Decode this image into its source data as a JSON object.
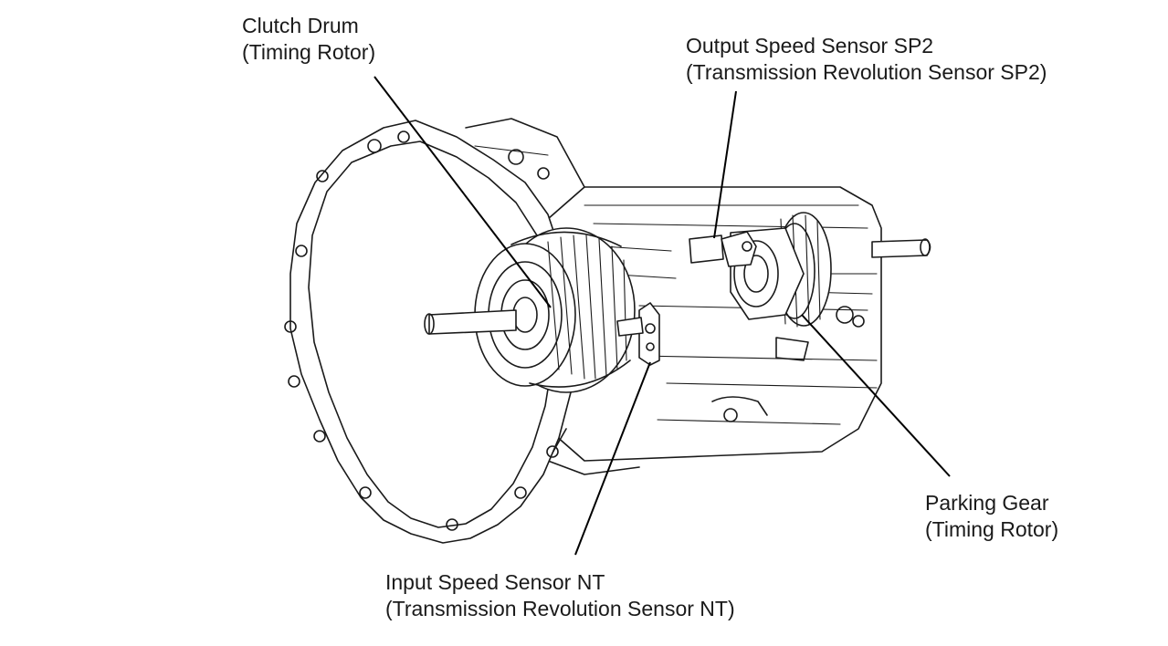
{
  "labels": {
    "clutch_drum": {
      "line1": "Clutch Drum",
      "line2": "(Timing Rotor)"
    },
    "output_sensor": {
      "line1": "Output Speed Sensor SP2",
      "line2": "(Transmission Revolution Sensor SP2)"
    },
    "parking_gear": {
      "line1": "Parking Gear",
      "line2": "(Timing Rotor)"
    },
    "input_sensor": {
      "line1": "Input Speed Sensor NT",
      "line2": "(Transmission Revolution Sensor NT)"
    }
  },
  "colors": {
    "ink": "#1a1a1a",
    "background": "#ffffff"
  }
}
